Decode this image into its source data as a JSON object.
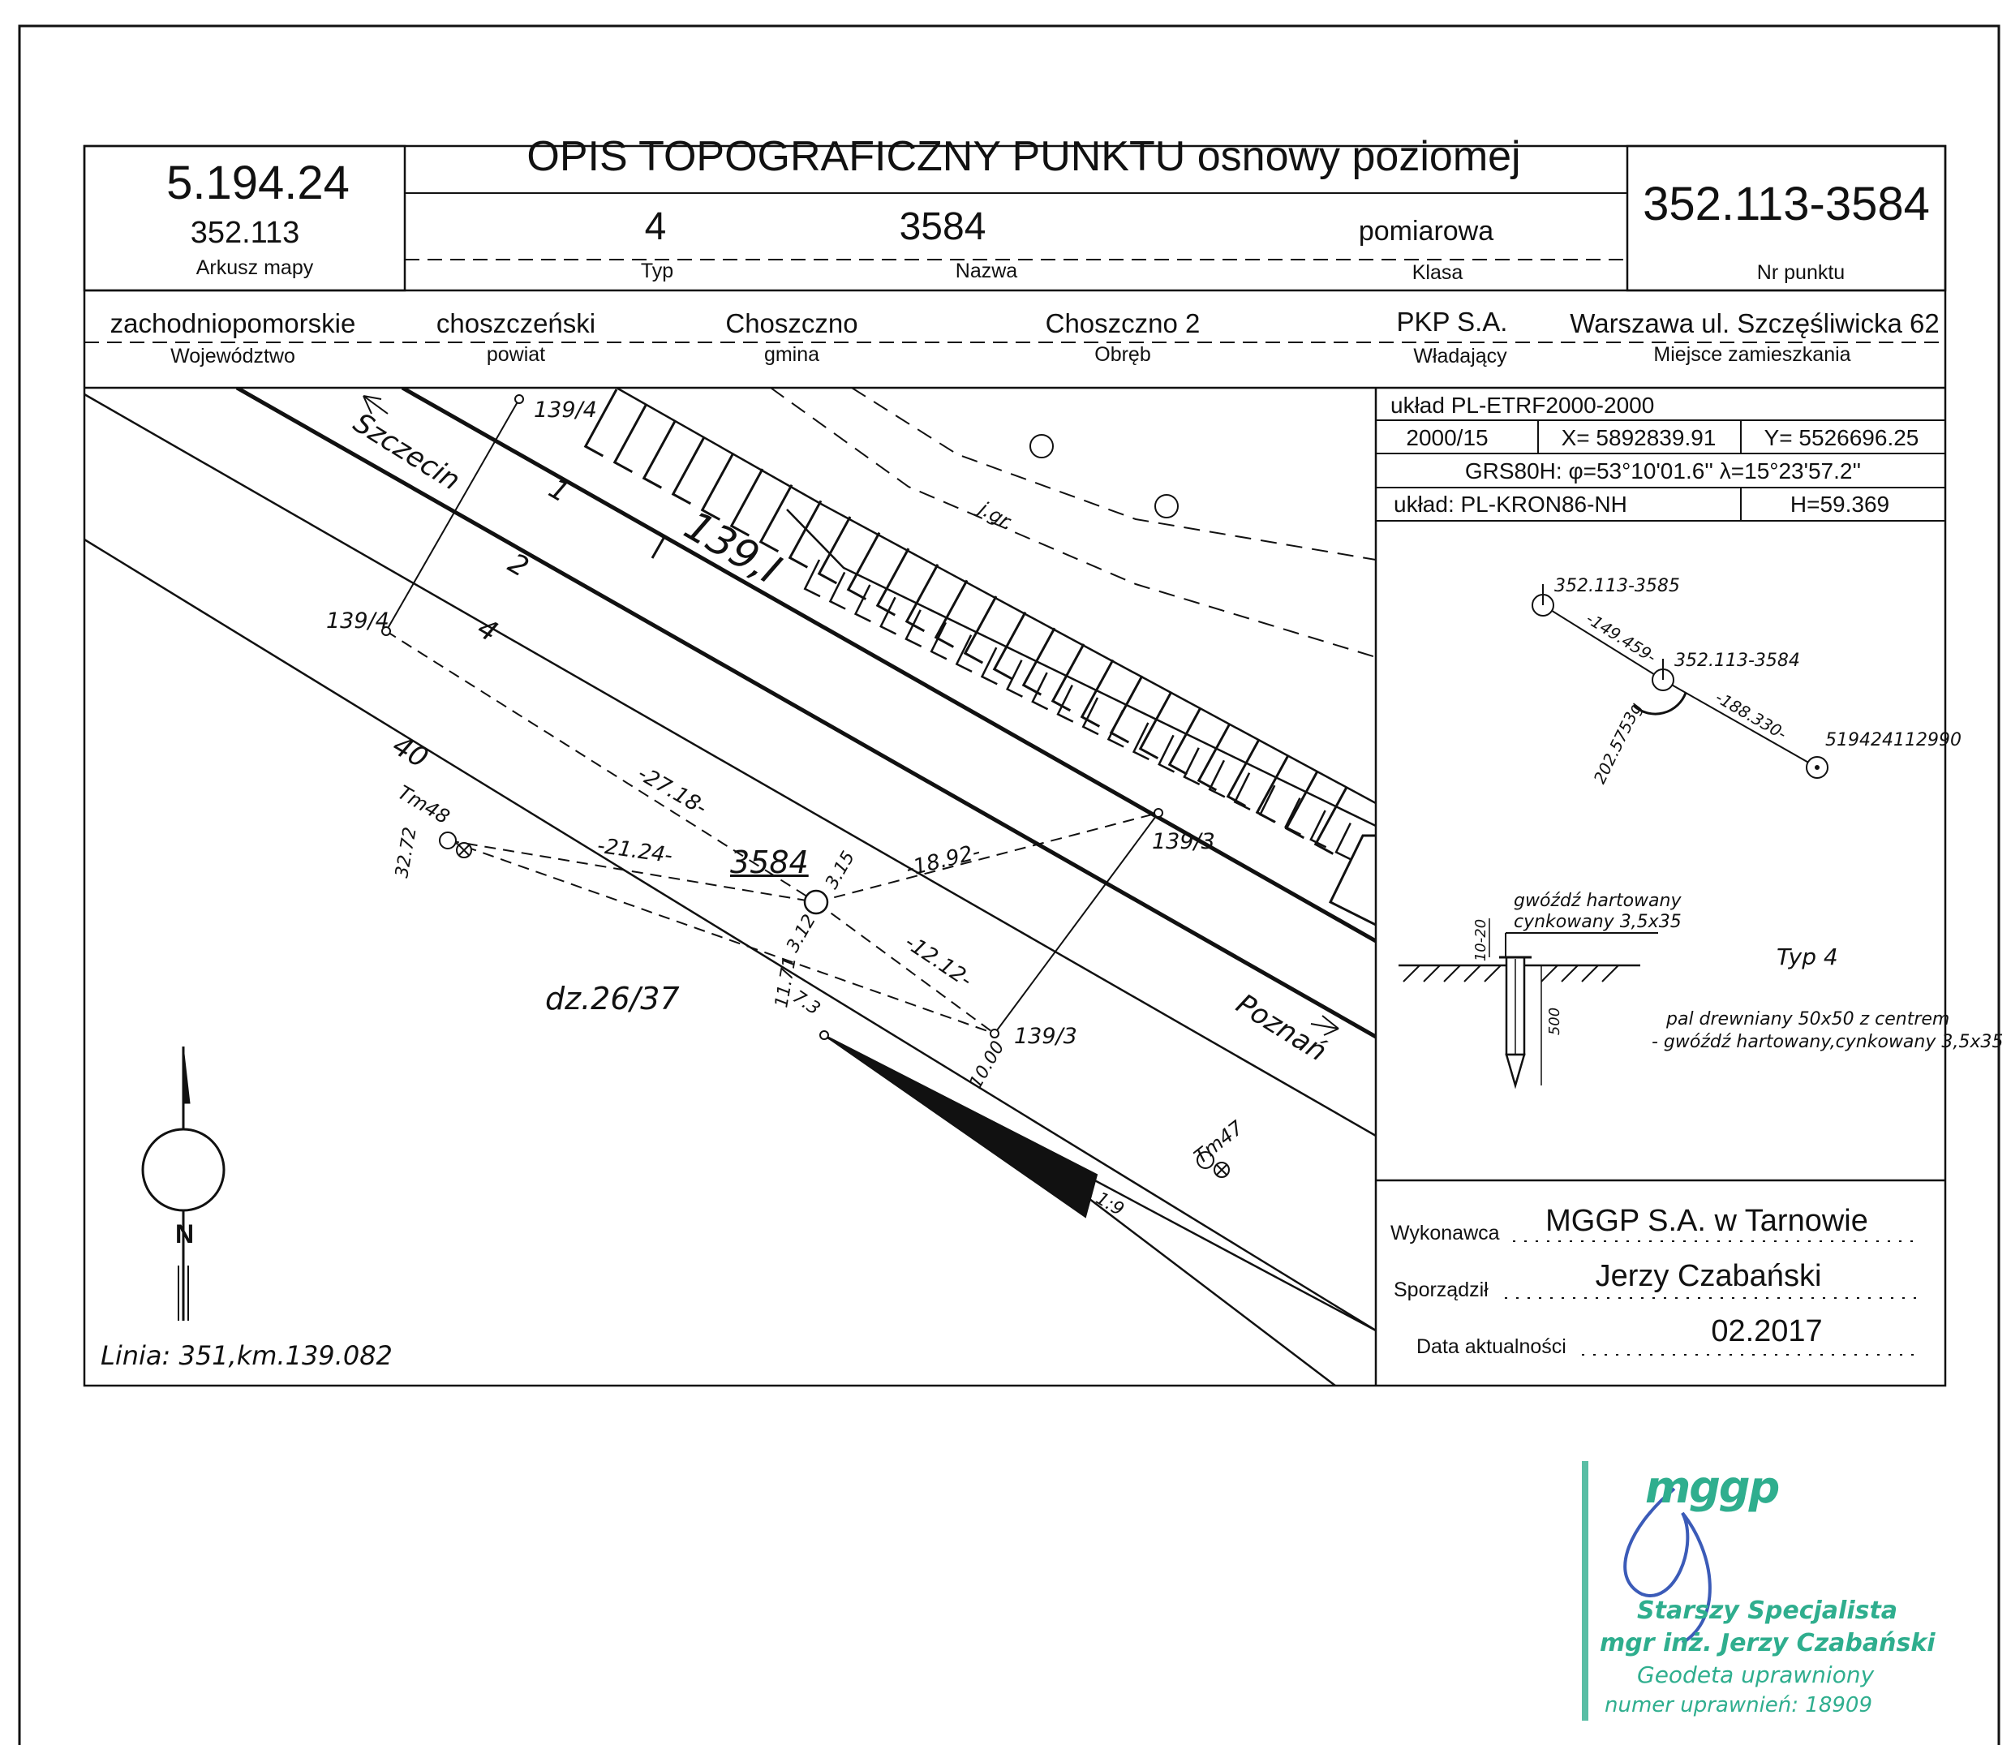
{
  "header": {
    "title": "OPIS TOPOGRAFICZNY PUNKTU osnowy poziomej",
    "sheet_code": "5.194.24",
    "sheet_number": "352.113",
    "sheet_label": "Arkusz mapy",
    "type_value": "4",
    "type_label": "Typ",
    "name_value": "3584",
    "name_label": "Nazwa",
    "class_value": "pomiarowa",
    "class_label": "Klasa",
    "point_number": "352.113-3584",
    "point_number_label": "Nr punktu"
  },
  "location": {
    "voivodeship": "zachodniopomorskie",
    "voivodeship_label": "Województwo",
    "county": "choszczeński",
    "county_label": "powiat",
    "commune": "Choszczno",
    "commune_label": "gmina",
    "precinct": "Choszczno 2",
    "precinct_label": "Obręb",
    "owner": "PKP S.A.",
    "owner_label": "Władający",
    "residence": "Warszawa ul. Szczęśliwicka 62",
    "residence_label": "Miejsce zamieszkania"
  },
  "coords": {
    "system": "układ PL-ETRF2000-2000",
    "zone": "2000/15",
    "x": "X= 5892839.91",
    "y": "Y= 5526696.25",
    "grs": "GRS80H: φ=53°10'01.6'' λ=15°23'57.2''",
    "height_system": "układ: PL-KRON86-NH",
    "height": "H=59.369"
  },
  "sketch": {
    "track_numbers": [
      "1",
      "2",
      "4",
      "40"
    ],
    "km_label": "139,I",
    "direction_west": "Szczecin",
    "direction_east": "Poznań",
    "parcel": "dz.26/37",
    "point_label": "3584",
    "line_info": "Linia: 351,km.139.082",
    "north": "N",
    "ditch_label": "j.gr.",
    "slope": "1:9",
    "marks": [
      "139/4",
      "139/4",
      "139/3",
      "139/3",
      "Tm48",
      "Tm47"
    ],
    "distances": [
      "-27.18-",
      "-21.24-",
      "-18.92-",
      "-12.12-",
      "3.15",
      "3.12",
      "11.71",
      "7.3",
      "32.72",
      "10.00"
    ]
  },
  "orientation": {
    "point_a": "352.113-3585",
    "point_b": "352.113-3584",
    "point_c": "519424112990",
    "dist_ab": "-149.459-",
    "dist_bc": "-188.330-",
    "angle": "202.5753g"
  },
  "marker": {
    "nail_label_1": "gwóźdź hartowany",
    "nail_label_2": "cynkowany 3,5x35",
    "depth": "10-20",
    "length": "500",
    "type_label": "Typ 4",
    "desc_1": "pal drewniany 50x50 z centrem",
    "desc_2": "- gwóźdź hartowany,cynkowany 3,5x35"
  },
  "footer": {
    "contractor_label": "Wykonawca",
    "contractor": "MGGP S.A.  w Tarnowie",
    "prepared_label": "Sporządził",
    "prepared_by": "Jerzy Czabański",
    "date_label": "Data aktualności",
    "date": "02.2017"
  },
  "stamp": {
    "logo": "mggp",
    "line1": "Starszy Specjalista",
    "line2": "mgr inż. Jerzy Czabański",
    "line3": "Geodeta uprawniony",
    "line4": "numer uprawnień: 18909"
  },
  "colors": {
    "ink": "#111111",
    "stamp": "#2fae8e",
    "signature": "#3b5bb8"
  }
}
